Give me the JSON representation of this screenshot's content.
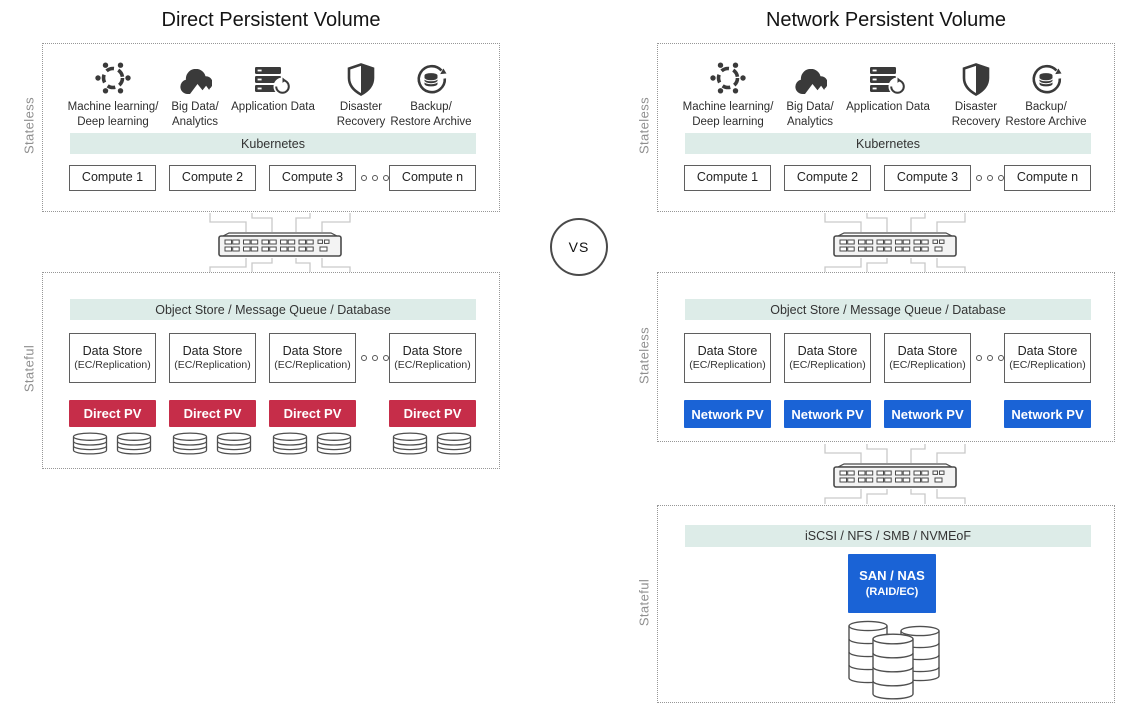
{
  "left_panel": {
    "title": "Direct Persistent Volume",
    "top_section_label": "Stateless",
    "bottom_section_label": "Stateful"
  },
  "right_panel": {
    "title": "Network Persistent Volume",
    "top_section_label": "Stateless",
    "middle_section_label": "Stateless",
    "bottom_section_label": "Stateful"
  },
  "vs_label": "VS",
  "workloads": [
    {
      "icon": "machine-learning-icon",
      "line1": "Machine learning/",
      "line2": "Deep learning"
    },
    {
      "icon": "big-data-analytics-icon",
      "line1": "Big Data/",
      "line2": "Analytics"
    },
    {
      "icon": "application-data-icon",
      "line1": "Application Data",
      "line2": ""
    },
    {
      "icon": "disaster-recovery-icon",
      "line1": "Disaster",
      "line2": "Recovery"
    },
    {
      "icon": "backup-restore-icon",
      "line1": "Backup/",
      "line2": "Restore Archive"
    }
  ],
  "labels": {
    "kubernetes": "Kubernetes",
    "object_store_bar": "Object Store / Message Queue / Database",
    "protocol_bar": "iSCSI / NFS / SMB / NVMEoF",
    "data_store_title": "Data Store",
    "data_store_sub": "(EC/Replication)",
    "direct_pv": "Direct PV",
    "network_pv": "Network PV",
    "san_nas_title": "SAN / NAS",
    "san_nas_sub": "(RAID/EC)"
  },
  "computes": [
    "Compute 1",
    "Compute 2",
    "Compute 3",
    "Compute n"
  ],
  "colors": {
    "direct_pv": "#c62d49",
    "network_pv": "#1a63d6",
    "bar_bg": "#ddece8",
    "connector": "#c9c9c9"
  }
}
